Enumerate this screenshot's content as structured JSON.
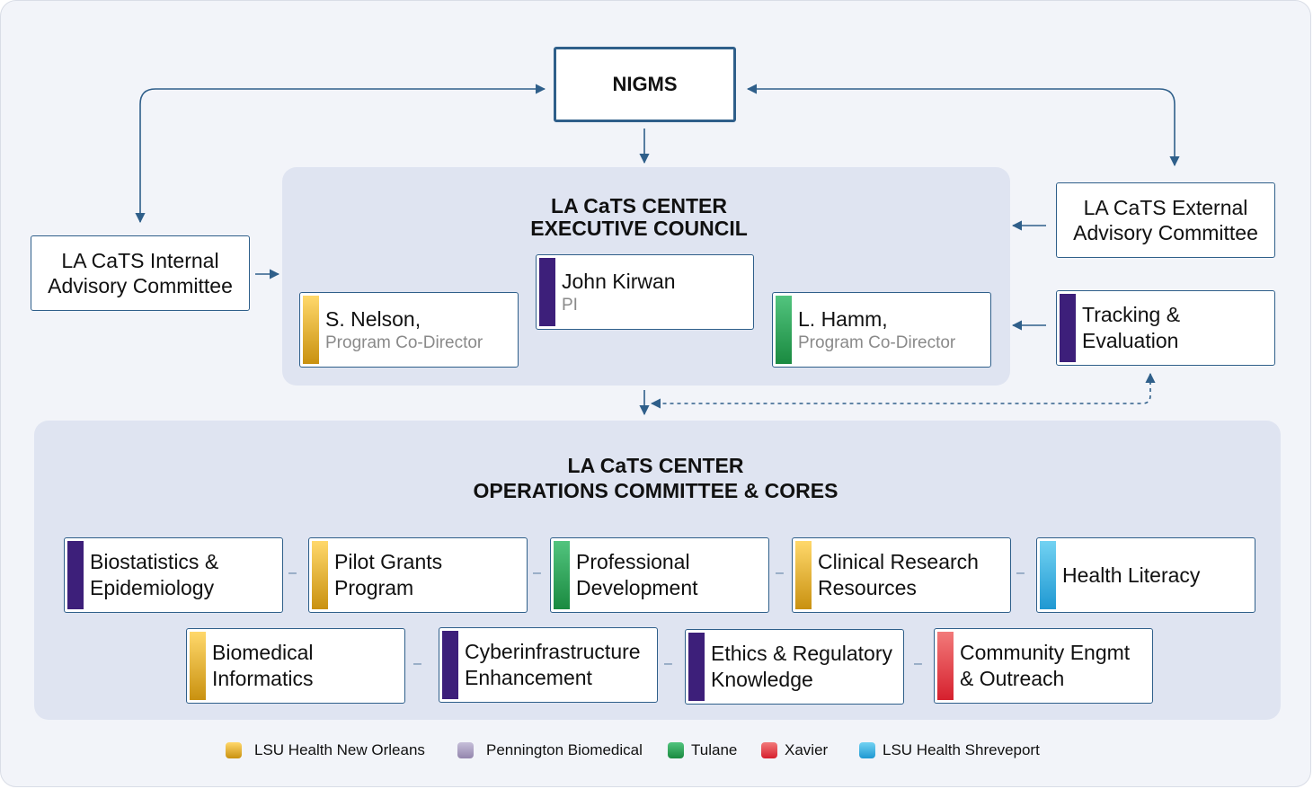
{
  "nigms": {
    "label": "NIGMS"
  },
  "internal_committee": {
    "line1": "LA CaTS Internal",
    "line2": "Advisory Committee"
  },
  "external_committee": {
    "line1": "LA CaTS External",
    "line2": "Advisory Committee"
  },
  "tracking": {
    "line1": "Tracking &",
    "line2": "Evaluation",
    "color": "#3d1f7a"
  },
  "executive_council": {
    "title_line1": "LA CaTS CENTER",
    "title_line2": "EXECUTIVE COUNCIL",
    "members": [
      {
        "name": "John Kirwan",
        "role": "PI",
        "color": "#3d1f7a"
      },
      {
        "name": "S. Nelson,",
        "role": "Program Co-Director",
        "color": "#e8b52f"
      },
      {
        "name": "L. Hamm,",
        "role": "Program Co-Director",
        "color": "#2aa65a"
      }
    ]
  },
  "operations": {
    "title_line1": "LA CaTS CENTER",
    "title_line2": "OPERATIONS COMMITTEE & CORES",
    "cores": [
      {
        "line1": "Biostatistics &",
        "line2": "Epidemiology",
        "affiliation": "Pennington Biomedical"
      },
      {
        "line1": "Pilot Grants",
        "line2": "Program",
        "affiliation": "LSU Health New Orleans"
      },
      {
        "line1": "Professional",
        "line2": "Development",
        "affiliation": "Tulane"
      },
      {
        "line1": "Clinical Research",
        "line2": "Resources",
        "affiliation": "LSU Health New Orleans"
      },
      {
        "line1": "Health Literacy",
        "line2": "",
        "affiliation": "LSU Health Shreveport"
      },
      {
        "line1": "Biomedical",
        "line2": "Informatics",
        "affiliation": "LSU Health New Orleans"
      },
      {
        "line1": "Cyberinfrastructure",
        "line2": "Enhancement",
        "affiliation": "Pennington Biomedical"
      },
      {
        "line1": "Ethics & Regulatory",
        "line2": "Knowledge",
        "affiliation": "Pennington Biomedical"
      },
      {
        "line1": "Community Engmt",
        "line2": "& Outreach",
        "affiliation": "Xavier"
      }
    ]
  },
  "legend": [
    {
      "label": "LSU Health New Orleans",
      "color": "#e8b52f"
    },
    {
      "label": "Pennington Biomedical",
      "color": "#a89cbd"
    },
    {
      "label": "Tulane",
      "color": "#2aa65a"
    },
    {
      "label": "Xavier",
      "color": "#e03a3a"
    },
    {
      "label": "LSU Health Shreveport",
      "color": "#3aaee0"
    }
  ],
  "colors": {
    "connector": "#2f5f8a",
    "panel": "#dfe4f1",
    "background": "#f2f4f9"
  }
}
